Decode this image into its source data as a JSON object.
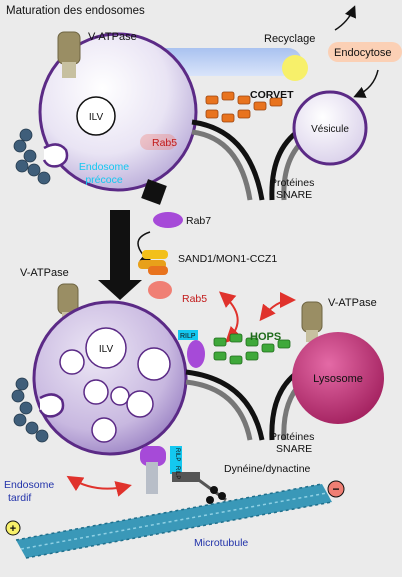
{
  "title": "Maturation des endosomes",
  "labels": {
    "vatpase_top": "V-ATPase",
    "vatpase_mid": "V-ATPase",
    "vatpase_right": "V-ATPase",
    "recycling": "Recyclage",
    "endocytosis": "Endocytose",
    "corvet": "CORVET",
    "ilv_top": "ILV",
    "ilv_bottom": "ILV",
    "rab5_top": "Rab5",
    "rab5_bottom": "Rab5",
    "vesicle": "Vésicule",
    "early_endosome_1": "Endosome",
    "early_endosome_2": "précoce",
    "snare_top_1": "Protéines",
    "snare_top_2": "SNARE",
    "rab7": "Rab7",
    "sand1": "SAND1/MON1-CCZ1",
    "rilp_small": "RILP",
    "hops": "HOPS",
    "lysosome": "Lysosome",
    "snare_bottom_1": "Protéines",
    "snare_bottom_2": "SNARE",
    "rilp_v1": "RILP",
    "rilp_v2": "RILP",
    "dynein": "Dynéine/dynactine",
    "late_endosome_1": "Endosome",
    "late_endosome_2": "tardif",
    "minus": "−",
    "plus": "+",
    "microtubule": "Microtubule"
  },
  "colors": {
    "background": "#ebebeb",
    "endosome_border": "#5b2a86",
    "rab5": "#f07f74",
    "rab7": "#a64ad8",
    "corvet_orange": "#e8731e",
    "hops_green": "#3fa83a",
    "lysosome": "#c0307a",
    "recycling_yellow": "#f7f06a",
    "microtubule": "#3a98b8",
    "label_blue": "#14c8f0",
    "arrow_red": "#e0322c"
  }
}
